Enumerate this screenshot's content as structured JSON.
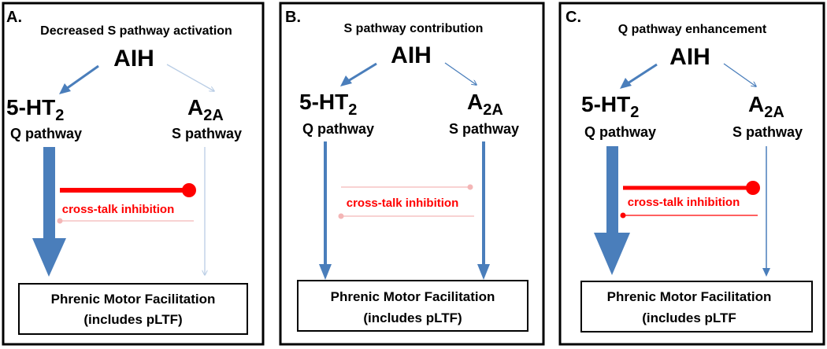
{
  "panels": [
    {
      "letter": "A.",
      "title": "Decreased S pathway activation",
      "top": "AIH",
      "left_receptor": "5-HT",
      "left_sub": "2",
      "left_path": "Q pathway",
      "right_receptor": "A",
      "right_sub": "2A",
      "right_path": "S pathway",
      "crosstalk": "cross-talk  inhibition",
      "output_line1": "Phrenic Motor Facilitation",
      "output_line2": "(includes pLTF)"
    },
    {
      "letter": "B.",
      "title": "S pathway contribution",
      "top": "AIH",
      "left_receptor": "5-HT",
      "left_sub": "2",
      "left_path": "Q pathway",
      "right_receptor": "A",
      "right_sub": "2A",
      "right_path": "S pathway",
      "crosstalk": "cross-talk inhibition",
      "output_line1": "Phrenic Motor Facilitation",
      "output_line2": "(includes pLTF)"
    },
    {
      "letter": "C.",
      "title": "Q pathway enhancement",
      "top": "AIH",
      "left_receptor": "5-HT",
      "left_sub": "2",
      "left_path": "Q pathway",
      "right_receptor": "A",
      "right_sub": "2A",
      "right_path": "S pathway",
      "crosstalk": "cross-talk  inhibition",
      "output_line1": "Phrenic Motor Facilitation",
      "output_line2": "(includes pLTF"
    }
  ],
  "colors": {
    "arrow_blue": "#4a7ebb",
    "arrow_blue_light": "#b9cde5",
    "inhibition_red": "#ff0000",
    "inhibition_red_light": "#f4b6b6",
    "border": "#000000"
  }
}
